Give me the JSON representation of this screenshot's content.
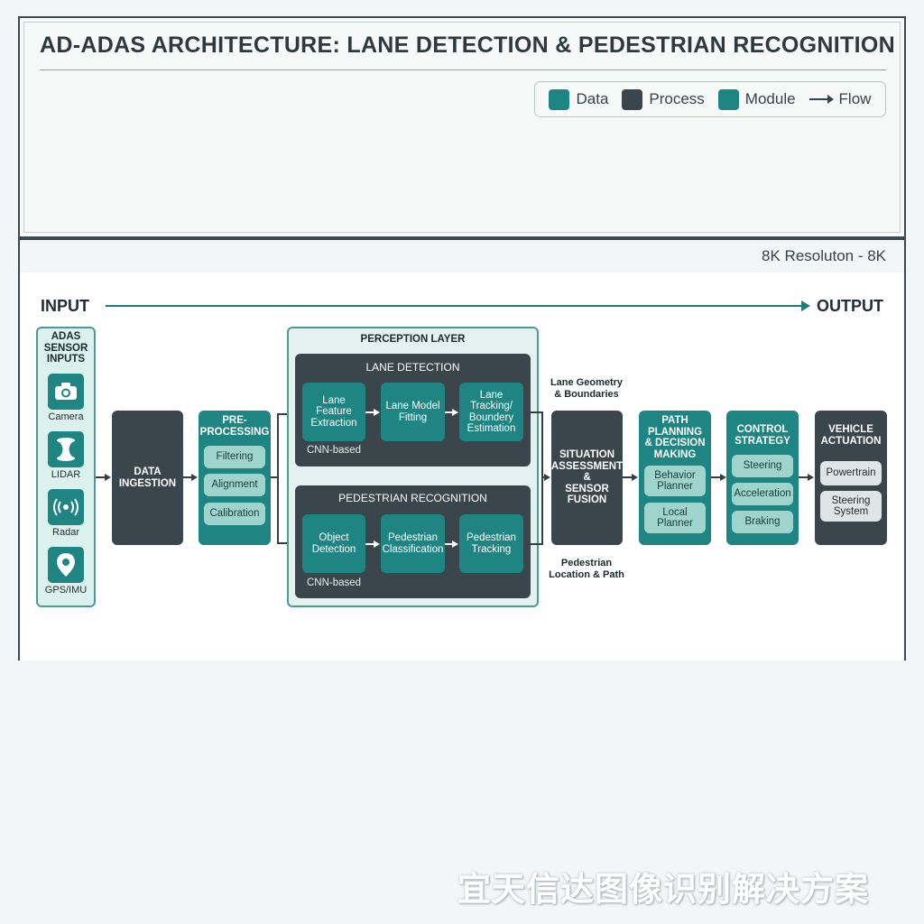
{
  "title": "AD-ADAS ARCHITECTURE: LANE DETECTION & PEDESTRIAN RECOGNITION",
  "legend": [
    {
      "label": "Data",
      "color": "#1e8582",
      "icon": "teal-swatch"
    },
    {
      "label": "Process",
      "color": "#3a454c",
      "icon": "dark-swatch"
    },
    {
      "label": "Module",
      "color": "#1e8582",
      "icon": "teal-swatch"
    },
    {
      "label": "Flow",
      "icon": "arrow-right-icon"
    }
  ],
  "resolution": "8K Resoluton - 8K",
  "io": {
    "input": "INPUT",
    "output": "OUTPUT"
  },
  "sensors": {
    "title": "ADAS\nSENSOR\nINPUTS",
    "items": [
      {
        "label": "Camera",
        "icon": "camera-icon"
      },
      {
        "label": "LIDAR",
        "icon": "lidar-icon"
      },
      {
        "label": "Radar",
        "icon": "radar-icon"
      },
      {
        "label": "GPS/IMU",
        "icon": "location-pin-icon"
      }
    ]
  },
  "ingestion": "DATA\nINGESTION",
  "preprocessing": {
    "title": "PRE-\nPROCESSING",
    "items": [
      "Filtering",
      "Alignment",
      "Calibration"
    ]
  },
  "perception": {
    "title": "PERCEPTION LAYER",
    "lane": {
      "title": "LANE DETECTION",
      "steps": [
        "Lane\nFeature\nExtraction",
        "Lane Model\nFitting",
        "Lane\nTracking/\nBoundery\nEstimation"
      ],
      "note": "CNN-based"
    },
    "pedestrian": {
      "title": "PEDESTRIAN RECOGNITION",
      "steps": [
        "Object\nDetection",
        "Pedestrian\nClassification",
        "Pedestrian\nTracking"
      ],
      "note": "CNN-based"
    }
  },
  "outputs_labels": {
    "lane": "Lane Geometry\n& Boundaries",
    "pedestrian": "Pedestrian\nLocation & Path"
  },
  "fusion": "SITUATION\nASSESSMENT\n&\nSENSOR\nFUSION",
  "planning": {
    "title": "PATH\nPLANNING\n& DECISION\nMAKING",
    "items": [
      "Behavior\nPlanner",
      "Local\nPlanner"
    ]
  },
  "control": {
    "title": "CONTROL\nSTRATEGY",
    "items": [
      "Steering",
      "Acceleration",
      "Braking"
    ]
  },
  "actuation": {
    "title": "VEHICLE\nACTUATION",
    "items": [
      "Powertrain",
      "Steering\nSystem"
    ]
  },
  "watermark": "宜天信达图像识别解决方案"
}
